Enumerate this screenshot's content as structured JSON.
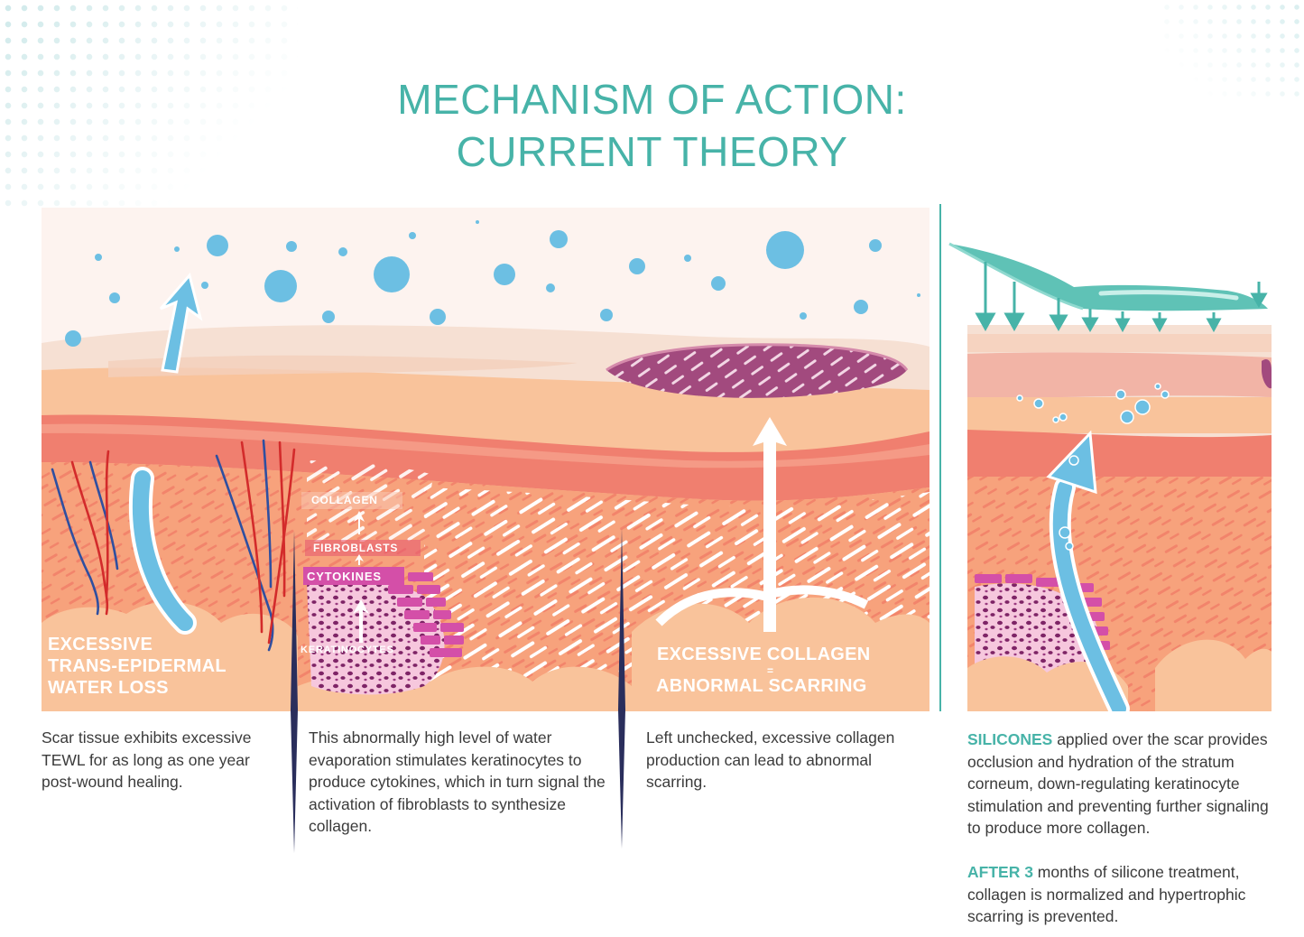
{
  "title": {
    "line1": "MECHANISM OF ACTION:",
    "line2": "CURRENT THEORY"
  },
  "panel_labels": {
    "tewl_line1": "EXCESSIVE",
    "tewl_line2": "TRANS-EPIDERMAL",
    "tewl_line3": "WATER LOSS",
    "collagen_line1": "EXCESSIVE COLLAGEN",
    "collagen_equals": "=",
    "collagen_line2": "ABNORMAL SCARRING"
  },
  "cascade_labels": {
    "collagen": "COLLAGEN",
    "fibroblasts": "FIBROBLASTS",
    "cytokines": "CYTOKINES",
    "keratinocytes": "KERATINOCYTES"
  },
  "captions": {
    "c1": "Scar tissue exhibits excessive TEWL for as long as one year post-wound healing.",
    "c2": "This abnormally high level of water evaporation stimulates keratinocytes to produce cytokines, which in turn signal the activation of fibroblasts to synthesize collagen.",
    "c3": "Left unchecked, excessive collagen production can lead to abnormal scarring.",
    "c4_highlight": "SILICONES",
    "c4_text": " applied over the scar provides occlusion and hydration of the stratum corneum, down-regulating keratinocyte stimulation and preventing further signaling to produce more collagen.",
    "c5_highlight": "AFTER 3",
    "c5_text": " months of silicone treatment, collagen is normalized and hypertrophic scarring is prevented."
  },
  "colors": {
    "teal": "#47b3a8",
    "water": "#6cbfe3",
    "skin_top": "#f7e3d6",
    "skin_mid": "#f9c39b",
    "dermis_band": "#f07f6f",
    "dermis": "#f7a27c",
    "keratinocyte_purple": "#8c2a6e",
    "cytokine_magenta": "#d44fa8",
    "vein_blue": "#2f4fa0",
    "artery_red": "#d32b2b",
    "divider": "#2a2e5c"
  },
  "icons": [
    "water-droplet",
    "up-arrow",
    "silicone-sheet",
    "down-arrow"
  ]
}
